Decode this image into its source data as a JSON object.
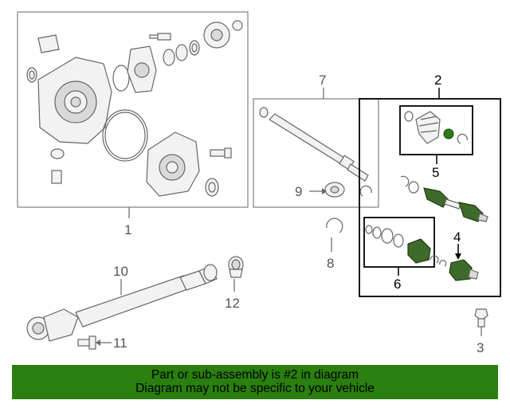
{
  "callouts": {
    "c1": "1",
    "c2": "2",
    "c3": "3",
    "c4": "4",
    "c5": "5",
    "c6": "6",
    "c7": "7",
    "c8": "8",
    "c9": "9",
    "c10": "10",
    "c11": "11",
    "c12": "12"
  },
  "highlight_color": "#2a7f0e",
  "banner": {
    "line1": "Part or sub-assembly is #2 in diagram",
    "line2": "Diagram may not be specific to your vehicle"
  }
}
